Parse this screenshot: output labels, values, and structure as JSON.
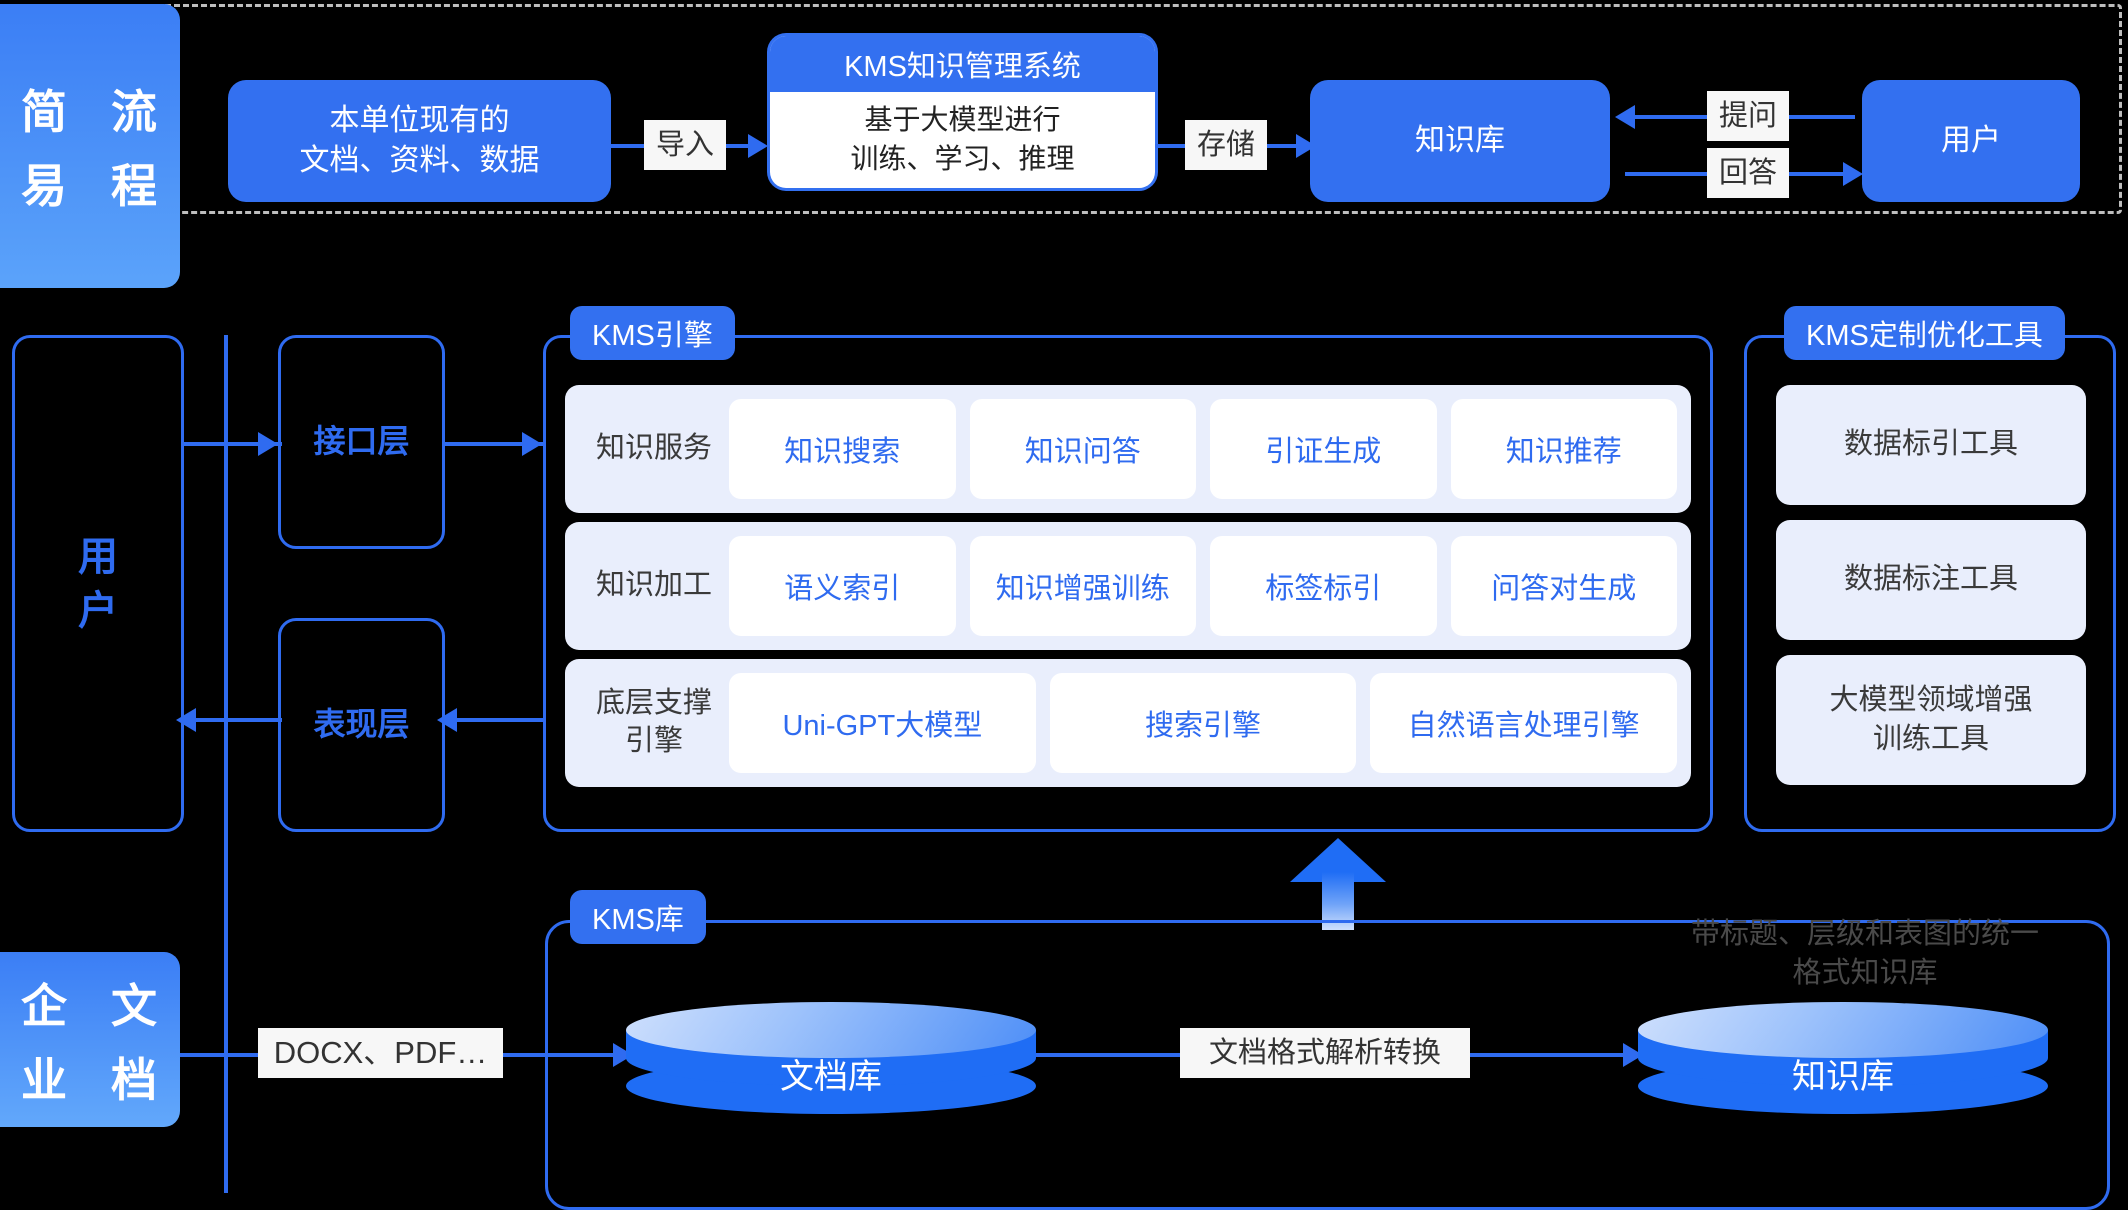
{
  "colors": {
    "primary": "#3370f0",
    "line": "#2f6bf0",
    "row_bg": "#e9eefc",
    "card_bg": "#ffffff",
    "tag_bg": "#f7f7f7",
    "dashed_border": "#bdbdbd",
    "page_bg": "#000000"
  },
  "simple_flow": {
    "badge_chars": [
      "简",
      "流",
      "易",
      "程"
    ],
    "badge_text": "简易流程",
    "source_box": "本单位现有的\n文档、资料、数据",
    "source_line1": "本单位现有的",
    "source_line2": "文档、资料、数据",
    "import_label": "导入",
    "kms_system": {
      "header": "KMS知识管理系统",
      "body_line1": "基于大模型进行",
      "body_line2": "训练、学习、推理"
    },
    "store_label": "存储",
    "knowledge_base": "知识库",
    "ask_label": "提问",
    "answer_label": "回答",
    "user": "用户"
  },
  "architecture": {
    "user_box_chars": [
      "用",
      "户"
    ],
    "user_box_text": "用户",
    "interface_layer": "接口层",
    "presentation_layer": "表现层",
    "engine_panel": {
      "tab": "KMS引擎",
      "rows": [
        {
          "label": "知识服务",
          "label_lines": [
            "知识服务"
          ],
          "items": [
            "知识搜索",
            "知识问答",
            "引证生成",
            "知识推荐"
          ]
        },
        {
          "label": "知识加工",
          "label_lines": [
            "知识加工"
          ],
          "items": [
            "语义索引",
            "知识增强训练",
            "标签标引",
            "问答对生成"
          ]
        },
        {
          "label": "底层支撑引擎",
          "label_lines": [
            "底层支撑",
            "引擎"
          ],
          "items": [
            "Uni-GPT大模型",
            "搜索引擎",
            "自然语言处理引擎"
          ]
        }
      ]
    },
    "tools_panel": {
      "tab": "KMS定制优化工具",
      "items": [
        {
          "lines": [
            "数据标引工具"
          ]
        },
        {
          "lines": [
            "数据标注工具"
          ]
        },
        {
          "lines": [
            "大模型领域增强",
            "训练工具"
          ]
        }
      ]
    }
  },
  "storage": {
    "badge_chars": [
      "企",
      "文",
      "业",
      "档"
    ],
    "badge_text": "企业文档",
    "format_label": "DOCX、PDF…",
    "kms_repo_tab": "KMS库",
    "doc_repo": "文档库",
    "convert_label": "文档格式解析转换",
    "knowledge_repo": "知识库",
    "watermark_line1": "带标题、层级和表图的统一",
    "watermark_line2": "格式知识库"
  }
}
